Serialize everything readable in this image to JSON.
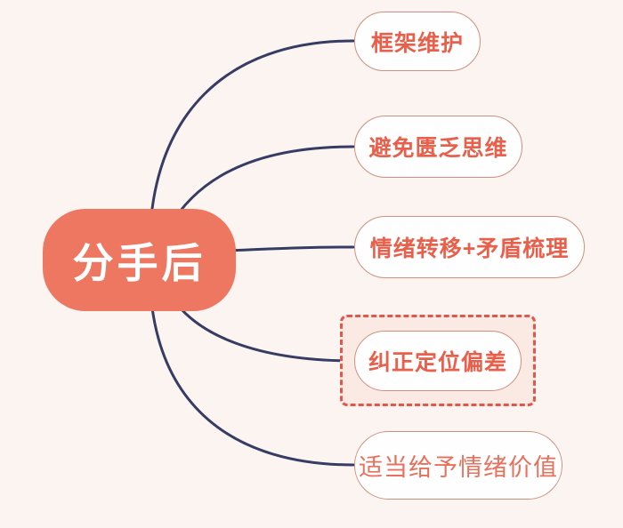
{
  "mindmap": {
    "root": {
      "label": "分手后"
    },
    "branches": [
      {
        "label": "框架维护",
        "highlighted": false
      },
      {
        "label": "避免匮乏思维",
        "highlighted": false
      },
      {
        "label": "情绪转移+矛盾梳理",
        "highlighted": false
      },
      {
        "label": "纠正定位偏差",
        "highlighted": true
      },
      {
        "label": "适当给予情绪价值",
        "highlighted": false
      }
    ]
  },
  "colors": {
    "background": "#fbf4f0",
    "root_fill": "#ee7761",
    "root_text": "#ffffff",
    "branch_border": "#cf8f7e",
    "branch_fill": "#fffefe",
    "branch_text": "#e8604c",
    "branch_light_text": "#e8705c",
    "connector": "#363c63",
    "highlight_border": "#e2574b",
    "highlight_fill": "#fbe9e3"
  }
}
